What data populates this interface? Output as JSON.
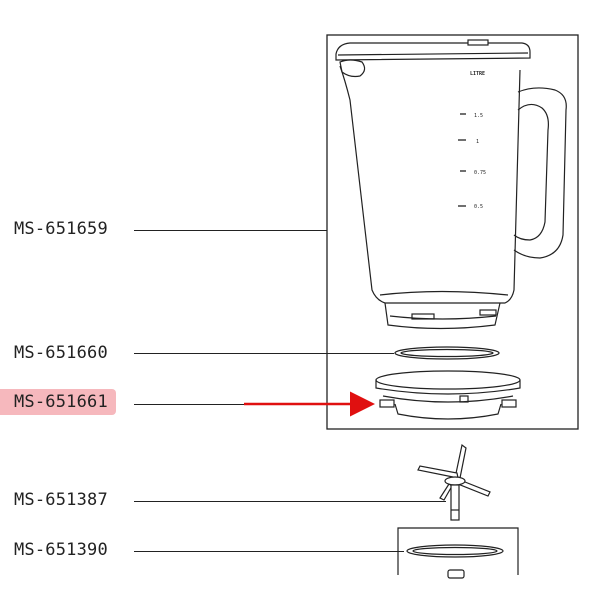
{
  "parts": [
    {
      "code": "MS-651659"
    },
    {
      "code": "MS-651660"
    },
    {
      "code": "MS-651661",
      "highlighted": true
    },
    {
      "code": "MS-651387"
    },
    {
      "code": "MS-651390"
    }
  ],
  "jug_markings": {
    "unit": "LITRE",
    "levels": [
      "1.5",
      "1",
      "0.75",
      "0.5"
    ]
  },
  "colors": {
    "highlight_background": "#f6b8bd",
    "arrow": "#e01010",
    "lines": "#222222"
  }
}
